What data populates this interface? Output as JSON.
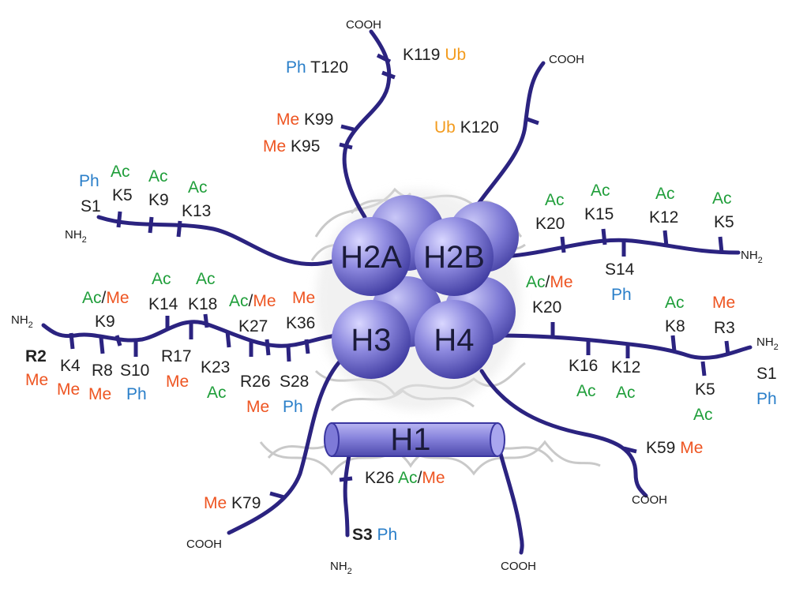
{
  "colors": {
    "site": "#222222",
    "Ac": "#1f9e3a",
    "Me": "#ee5522",
    "Ph": "#2a7fc9",
    "Ub": "#f39c1f",
    "tail": "#2b2380",
    "histone": "#6e6ad1"
  },
  "histones": {
    "h2a": "H2A",
    "h2b": "H2B",
    "h3": "H3",
    "h4": "H4",
    "h1": "H1"
  },
  "termini": {
    "h2a_cooh": "COOH",
    "h2b_cooh": "COOH",
    "h2a_nh2": "NH",
    "h2b_nh2": "NH",
    "h3_nh2": "NH",
    "h4_nh2": "NH",
    "h3_cooh": "COOH",
    "h4_cooh": "COOH",
    "h1_nh2": "NH",
    "h1_cooh": "COOH",
    "sub2": "2"
  },
  "labels": [
    {
      "id": "h2a-t120",
      "parts": [
        {
          "t": "Ph",
          "m": "Ph"
        },
        {
          "t": " T120",
          "m": "site"
        }
      ]
    },
    {
      "id": "h2a-k119",
      "parts": [
        {
          "t": "K119 ",
          "m": "site"
        },
        {
          "t": "Ub",
          "m": "Ub"
        }
      ]
    },
    {
      "id": "h2a-k99",
      "parts": [
        {
          "t": "Me",
          "m": "Me"
        },
        {
          "t": " K99",
          "m": "site"
        }
      ]
    },
    {
      "id": "h2a-k95",
      "parts": [
        {
          "t": "Me",
          "m": "Me"
        },
        {
          "t": " K95",
          "m": "site"
        }
      ]
    },
    {
      "id": "h2b-k120",
      "parts": [
        {
          "t": "Ub",
          "m": "Ub"
        },
        {
          "t": " K120",
          "m": "site"
        }
      ]
    },
    {
      "id": "h2a-ph",
      "parts": [
        {
          "t": "Ph",
          "m": "Ph"
        }
      ]
    },
    {
      "id": "h2a-s1",
      "parts": [
        {
          "t": "S1",
          "m": "site"
        }
      ]
    },
    {
      "id": "h2a-ac5",
      "parts": [
        {
          "t": "Ac",
          "m": "Ac"
        }
      ]
    },
    {
      "id": "h2a-k5",
      "parts": [
        {
          "t": "K5",
          "m": "site"
        }
      ]
    },
    {
      "id": "h2a-ac9",
      "parts": [
        {
          "t": "Ac",
          "m": "Ac"
        }
      ]
    },
    {
      "id": "h2a-k9",
      "parts": [
        {
          "t": "K9",
          "m": "site"
        }
      ]
    },
    {
      "id": "h2a-ac13",
      "parts": [
        {
          "t": "Ac",
          "m": "Ac"
        }
      ]
    },
    {
      "id": "h2a-k13",
      "parts": [
        {
          "t": "K13",
          "m": "site"
        }
      ]
    },
    {
      "id": "h2b-ac20",
      "parts": [
        {
          "t": "Ac",
          "m": "Ac"
        }
      ]
    },
    {
      "id": "h2b-k20",
      "parts": [
        {
          "t": "K20",
          "m": "site"
        }
      ]
    },
    {
      "id": "h2b-ac15",
      "parts": [
        {
          "t": "Ac",
          "m": "Ac"
        }
      ]
    },
    {
      "id": "h2b-k15",
      "parts": [
        {
          "t": "K15",
          "m": "site"
        }
      ]
    },
    {
      "id": "h2b-ac12",
      "parts": [
        {
          "t": "Ac",
          "m": "Ac"
        }
      ]
    },
    {
      "id": "h2b-k12",
      "parts": [
        {
          "t": "K12",
          "m": "site"
        }
      ]
    },
    {
      "id": "h2b-ac5",
      "parts": [
        {
          "t": "Ac",
          "m": "Ac"
        }
      ]
    },
    {
      "id": "h2b-k5",
      "parts": [
        {
          "t": "K5",
          "m": "site"
        }
      ]
    },
    {
      "id": "h2b-s14",
      "parts": [
        {
          "t": "S14",
          "m": "site"
        }
      ]
    },
    {
      "id": "h2b-ph14",
      "parts": [
        {
          "t": "Ph",
          "m": "Ph"
        }
      ]
    },
    {
      "id": "h3-acme9",
      "parts": [
        {
          "t": "Ac",
          "m": "Ac"
        },
        {
          "t": "/",
          "m": "site"
        },
        {
          "t": "Me",
          "m": "Me"
        }
      ]
    },
    {
      "id": "h3-k9",
      "parts": [
        {
          "t": "K9",
          "m": "site"
        }
      ]
    },
    {
      "id": "h3-ac14",
      "parts": [
        {
          "t": "Ac",
          "m": "Ac"
        }
      ]
    },
    {
      "id": "h3-k14",
      "parts": [
        {
          "t": "K14",
          "m": "site"
        }
      ]
    },
    {
      "id": "h3-ac18",
      "parts": [
        {
          "t": "Ac",
          "m": "Ac"
        }
      ]
    },
    {
      "id": "h3-k18",
      "parts": [
        {
          "t": "K18",
          "m": "site"
        }
      ]
    },
    {
      "id": "h3-acme27",
      "parts": [
        {
          "t": "Ac",
          "m": "Ac"
        },
        {
          "t": "/",
          "m": "site"
        },
        {
          "t": "Me",
          "m": "Me"
        }
      ]
    },
    {
      "id": "h3-k27",
      "parts": [
        {
          "t": "K27",
          "m": "site"
        }
      ]
    },
    {
      "id": "h3-me36",
      "parts": [
        {
          "t": "Me",
          "m": "Me"
        }
      ]
    },
    {
      "id": "h3-k36",
      "parts": [
        {
          "t": "K36",
          "m": "site"
        }
      ]
    },
    {
      "id": "h3-r2",
      "parts": [
        {
          "t": "R2",
          "m": "site"
        }
      ],
      "bold": true
    },
    {
      "id": "h3-me2",
      "parts": [
        {
          "t": "Me",
          "m": "Me"
        }
      ]
    },
    {
      "id": "h3-k4",
      "parts": [
        {
          "t": "K4",
          "m": "site"
        }
      ]
    },
    {
      "id": "h3-me4",
      "parts": [
        {
          "t": "Me",
          "m": "Me"
        }
      ]
    },
    {
      "id": "h3-r8",
      "parts": [
        {
          "t": "R8",
          "m": "site"
        }
      ]
    },
    {
      "id": "h3-me8",
      "parts": [
        {
          "t": "Me",
          "m": "Me"
        }
      ]
    },
    {
      "id": "h3-s10",
      "parts": [
        {
          "t": "S10",
          "m": "site"
        }
      ]
    },
    {
      "id": "h3-ph10",
      "parts": [
        {
          "t": "Ph",
          "m": "Ph"
        }
      ]
    },
    {
      "id": "h3-r17",
      "parts": [
        {
          "t": "R17",
          "m": "site"
        }
      ]
    },
    {
      "id": "h3-me17",
      "parts": [
        {
          "t": "Me",
          "m": "Me"
        }
      ]
    },
    {
      "id": "h3-k23",
      "parts": [
        {
          "t": "K23",
          "m": "site"
        }
      ]
    },
    {
      "id": "h3-ac23",
      "parts": [
        {
          "t": "Ac",
          "m": "Ac"
        }
      ]
    },
    {
      "id": "h3-r26",
      "parts": [
        {
          "t": "R26",
          "m": "site"
        }
      ]
    },
    {
      "id": "h3-me26",
      "parts": [
        {
          "t": "Me",
          "m": "Me"
        }
      ]
    },
    {
      "id": "h3-s28",
      "parts": [
        {
          "t": "S28",
          "m": "site"
        }
      ]
    },
    {
      "id": "h3-ph28",
      "parts": [
        {
          "t": "Ph",
          "m": "Ph"
        }
      ]
    },
    {
      "id": "h3-k79",
      "parts": [
        {
          "t": "Me",
          "m": "Me"
        },
        {
          "t": " K79",
          "m": "site"
        }
      ]
    },
    {
      "id": "h4-acme20",
      "parts": [
        {
          "t": "Ac",
          "m": "Ac"
        },
        {
          "t": "/",
          "m": "site"
        },
        {
          "t": "Me",
          "m": "Me"
        }
      ]
    },
    {
      "id": "h4-k20",
      "parts": [
        {
          "t": "K20",
          "m": "site"
        }
      ]
    },
    {
      "id": "h4-ac8",
      "parts": [
        {
          "t": "Ac",
          "m": "Ac"
        }
      ]
    },
    {
      "id": "h4-k8",
      "parts": [
        {
          "t": "K8",
          "m": "site"
        }
      ]
    },
    {
      "id": "h4-me3",
      "parts": [
        {
          "t": "Me",
          "m": "Me"
        }
      ]
    },
    {
      "id": "h4-r3",
      "parts": [
        {
          "t": "R3",
          "m": "site"
        }
      ]
    },
    {
      "id": "h4-k16",
      "parts": [
        {
          "t": "K16",
          "m": "site"
        }
      ]
    },
    {
      "id": "h4-ac16",
      "parts": [
        {
          "t": "Ac",
          "m": "Ac"
        }
      ]
    },
    {
      "id": "h4-k12",
      "parts": [
        {
          "t": "K12",
          "m": "site"
        }
      ]
    },
    {
      "id": "h4-ac12",
      "parts": [
        {
          "t": "Ac",
          "m": "Ac"
        }
      ]
    },
    {
      "id": "h4-k5",
      "parts": [
        {
          "t": "K5",
          "m": "site"
        }
      ]
    },
    {
      "id": "h4-ac5",
      "parts": [
        {
          "t": "Ac",
          "m": "Ac"
        }
      ]
    },
    {
      "id": "h4-s1",
      "parts": [
        {
          "t": "S1",
          "m": "site"
        }
      ]
    },
    {
      "id": "h4-ph1",
      "parts": [
        {
          "t": "Ph",
          "m": "Ph"
        }
      ]
    },
    {
      "id": "h4-k59",
      "parts": [
        {
          "t": "K59 ",
          "m": "site"
        },
        {
          "t": "Me",
          "m": "Me"
        }
      ]
    },
    {
      "id": "h1-k26",
      "parts": [
        {
          "t": "K26 ",
          "m": "site"
        },
        {
          "t": "Ac",
          "m": "Ac"
        },
        {
          "t": "/",
          "m": "site"
        },
        {
          "t": "Me",
          "m": "Me"
        }
      ]
    },
    {
      "id": "h1-s3",
      "parts": [
        {
          "t": "S3",
          "m": "site"
        },
        {
          "t": " Ph",
          "m": "Ph"
        }
      ],
      "bold_first": true
    }
  ]
}
